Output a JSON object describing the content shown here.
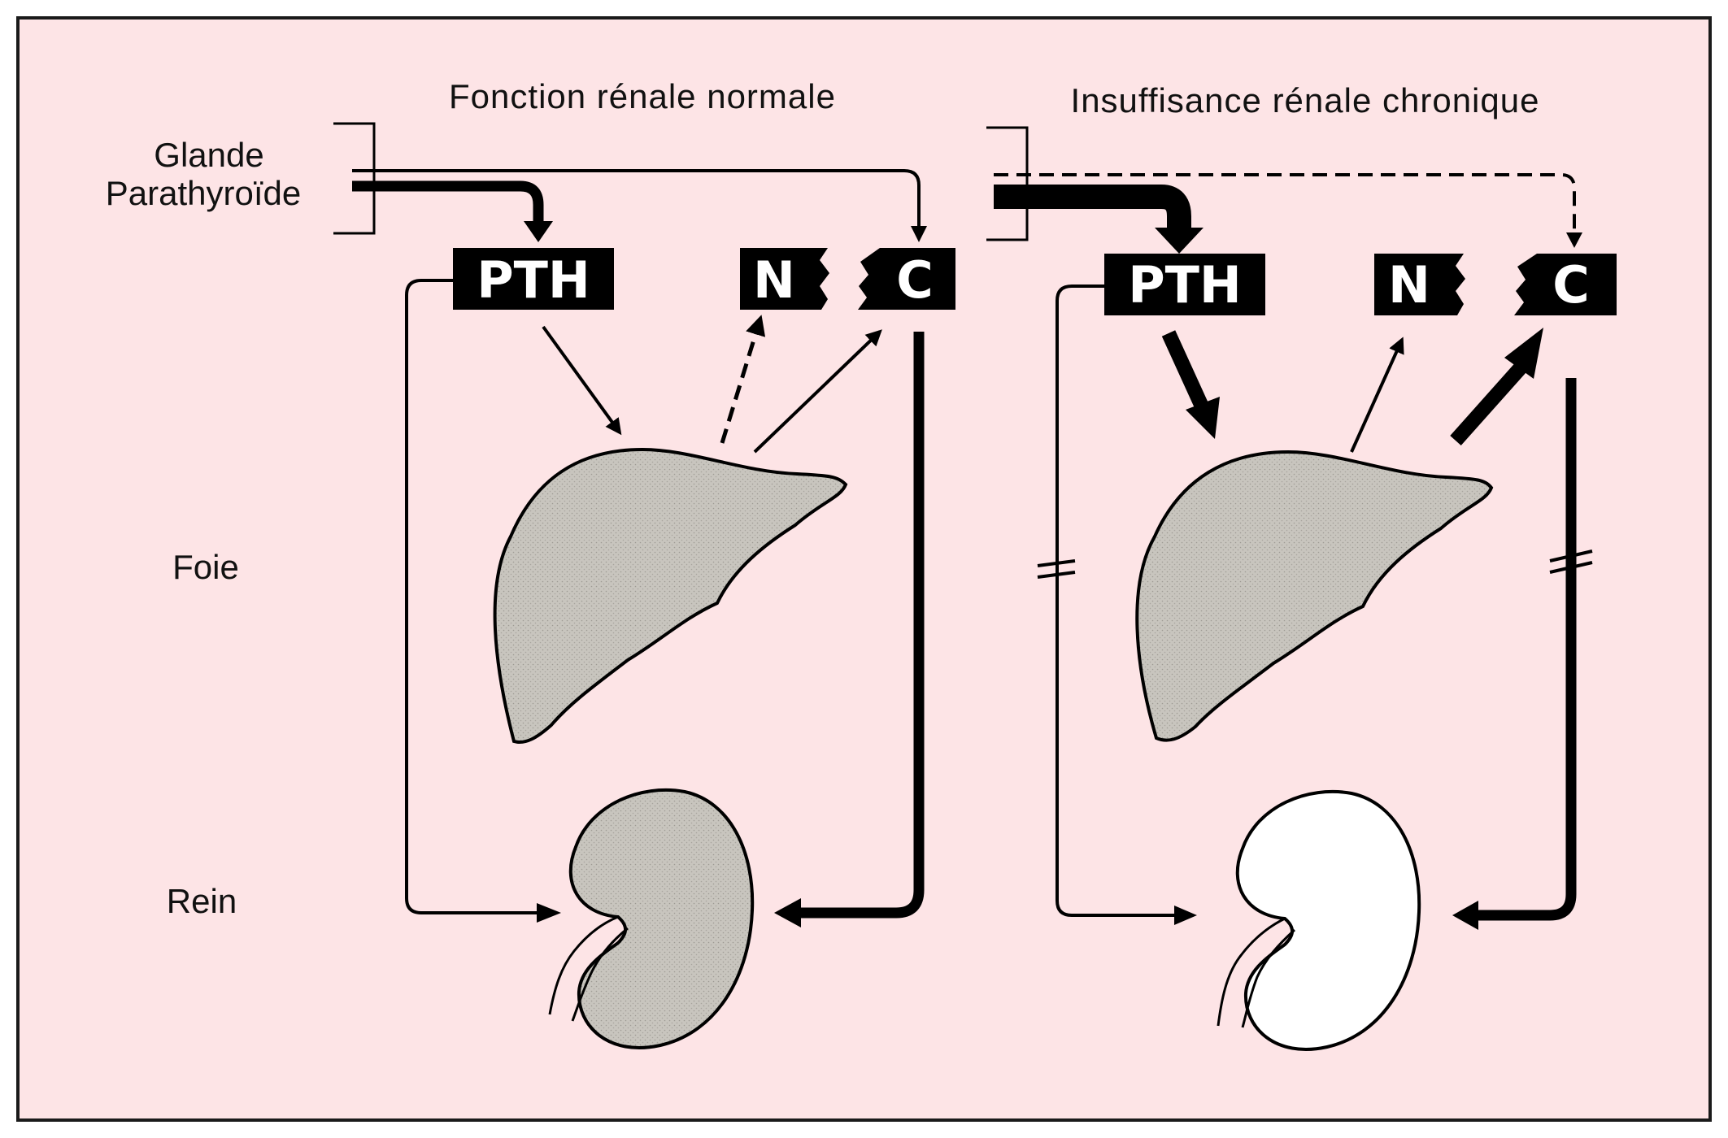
{
  "titles": {
    "left": "Fonction rénale normale",
    "right": "Insuffisance rénale chronique"
  },
  "row_labels": {
    "gland_line1": "Glande",
    "gland_line2": "Parathyroïde",
    "liver": "Foie",
    "kidney": "Rein"
  },
  "boxes": {
    "pth": "PTH",
    "n": "N",
    "c": "C"
  },
  "colors": {
    "background": "#fde4e6",
    "ink": "#000000",
    "organ_fill": "#c7c4bd",
    "kidney_failure_fill": "#ffffff"
  }
}
